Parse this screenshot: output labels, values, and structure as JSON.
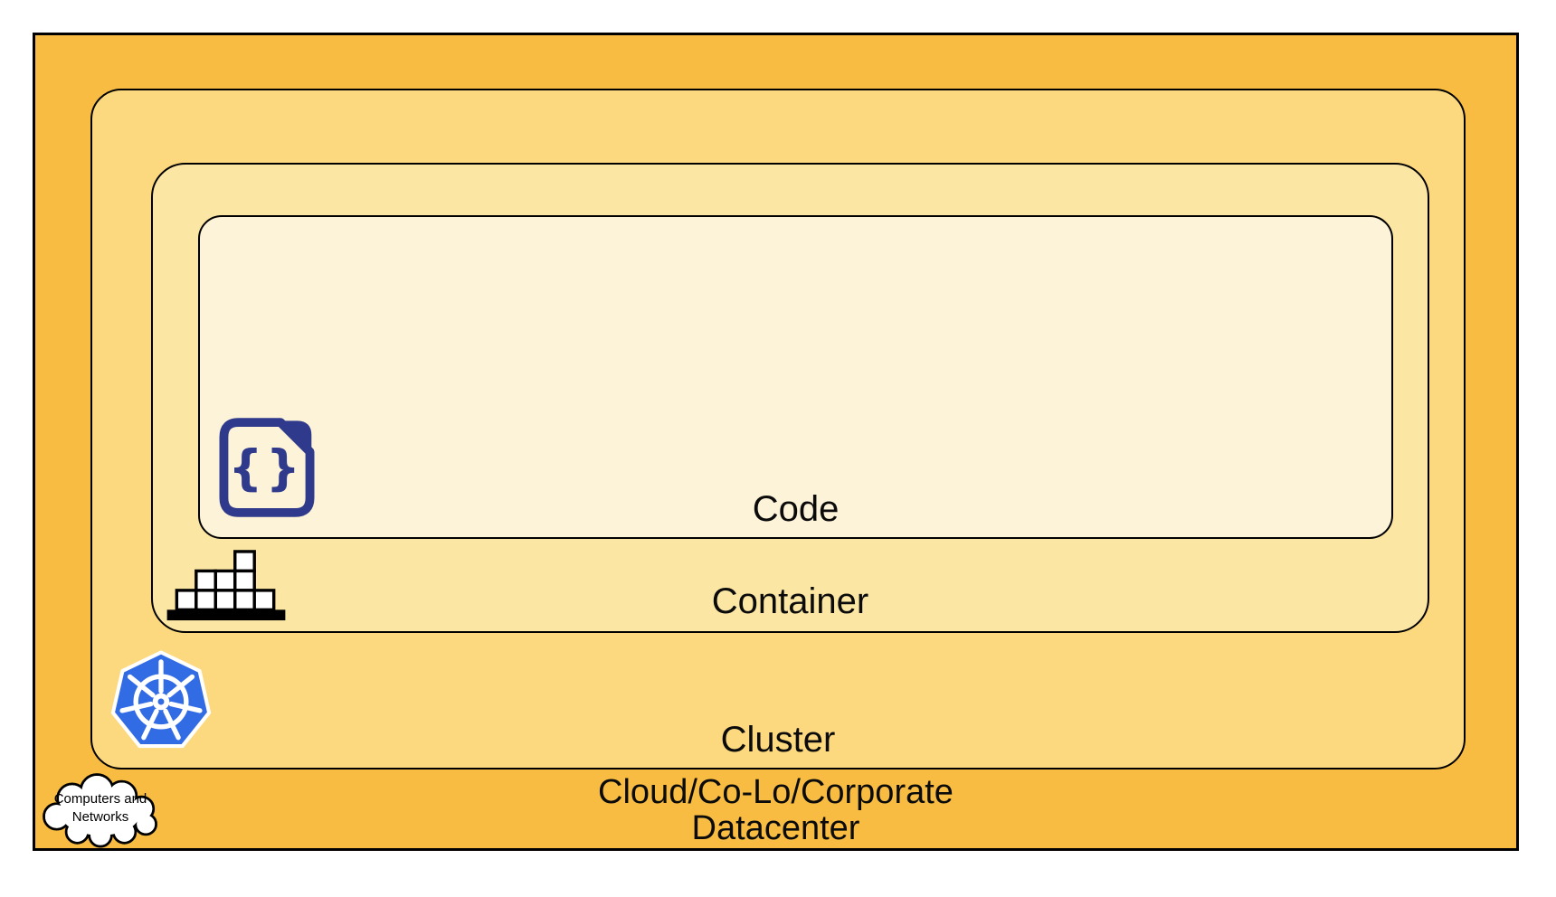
{
  "layers": {
    "code": {
      "label": "Code"
    },
    "container": {
      "label": "Container"
    },
    "cluster": {
      "label": "Cluster"
    },
    "datacenter": {
      "label_line1": "Cloud/Co-Lo/Corporate",
      "label_line2": "Datacenter"
    }
  },
  "cloud_node": {
    "line1": "Computers and",
    "line2": "Networks"
  },
  "icons": {
    "code": "code-file-icon",
    "container": "container-stack-icon",
    "cluster": "kubernetes-helm-icon",
    "datacenter": "cloud-icon",
    "code_braces_glyph": "{}"
  },
  "colors": {
    "datacenter_fill": "#F7BC41",
    "cluster_fill": "#FCD97E",
    "container_fill": "#FBE6A4",
    "code_fill": "#FDF3D8",
    "kubernetes_blue": "#326CE5",
    "code_icon_navy": "#303A8C",
    "outline": "#000000"
  }
}
